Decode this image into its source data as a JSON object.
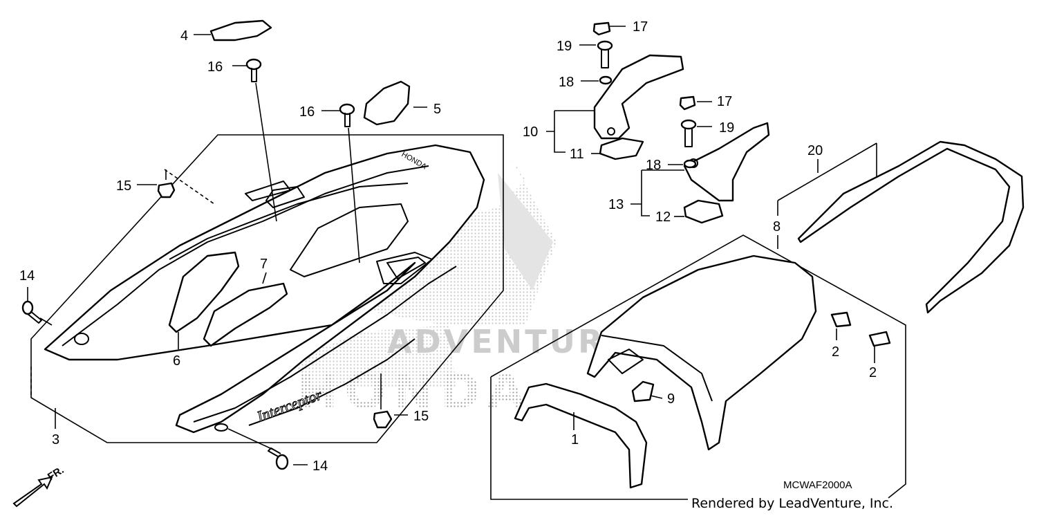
{
  "diagram": {
    "code": "MCWAF2000A",
    "rendered_by": "Rendered by LeadVenture, Inc.",
    "front_direction_label": "FR.",
    "watermark_text": "ADVENTURE",
    "brand_mark_text": "HONDA",
    "decal_text": "Interceptor",
    "callouts": {
      "c1": "1",
      "c2a": "2",
      "c2b": "2",
      "c3": "3",
      "c4": "4",
      "c5": "5",
      "c6": "6",
      "c7": "7",
      "c8": "8",
      "c9": "9",
      "c10": "10",
      "c11": "11",
      "c12": "12",
      "c13": "13",
      "c14a": "14",
      "c14b": "14",
      "c15a": "15",
      "c15b": "15",
      "c16a": "16",
      "c16b": "16",
      "c17a": "17",
      "c17b": "17",
      "c18a": "18",
      "c18b": "18",
      "c19a": "19",
      "c19b": "19",
      "c20": "20"
    }
  },
  "colors": {
    "line": "#000000",
    "watermark": "#bdbdbd",
    "background": "#ffffff"
  }
}
